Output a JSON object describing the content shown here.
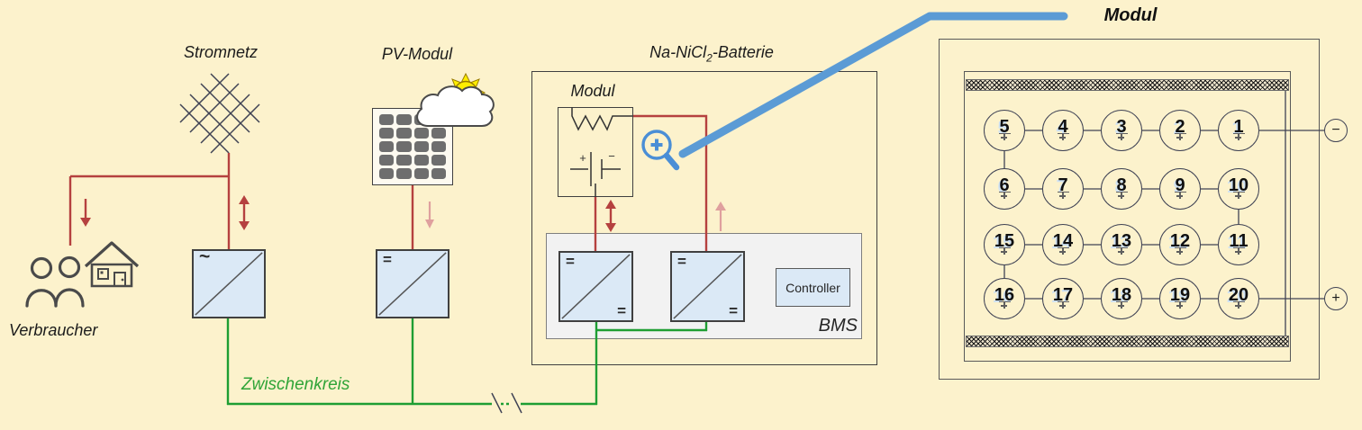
{
  "colors": {
    "background": "#fcf2cc",
    "wire_red": "#b5413f",
    "wire_red_light": "#dfa09e",
    "wire_green": "#1e9e33",
    "accent_blue": "#5b9bd5",
    "converter_fill": "#dbe9f6",
    "bms_fill": "#f2f2f2",
    "line_dark": "#3f4254"
  },
  "labels": {
    "stromnetz": "Stromnetz",
    "pv_modul": "PV-Modul",
    "battery_title_main": "Na-NiCl",
    "battery_title_sub": "2",
    "battery_title_tail": "-Batterie",
    "battery_module": "Modul",
    "verbraucher": "Verbraucher",
    "zwischenkreis": "Zwischenkreis",
    "bms": "BMS",
    "controller": "Controller"
  },
  "converters": {
    "grid": {
      "top_symbol": "~"
    },
    "pv": {
      "top_symbol": "="
    },
    "battery1": {
      "top_symbol": "=",
      "bottom_symbol": "="
    },
    "battery2": {
      "top_symbol": "=",
      "bottom_symbol": "="
    }
  },
  "battery_module_symbol": {
    "plus": "+",
    "minus": "−"
  },
  "module_detail": {
    "title": "Modul",
    "terminal_minus": "−",
    "terminal_plus": "+",
    "rows": [
      [
        "5",
        "4",
        "3",
        "2",
        "1"
      ],
      [
        "6",
        "7",
        "8",
        "9",
        "10"
      ],
      [
        "15",
        "14",
        "13",
        "12",
        "11"
      ],
      [
        "16",
        "17",
        "18",
        "19",
        "20"
      ]
    ]
  }
}
